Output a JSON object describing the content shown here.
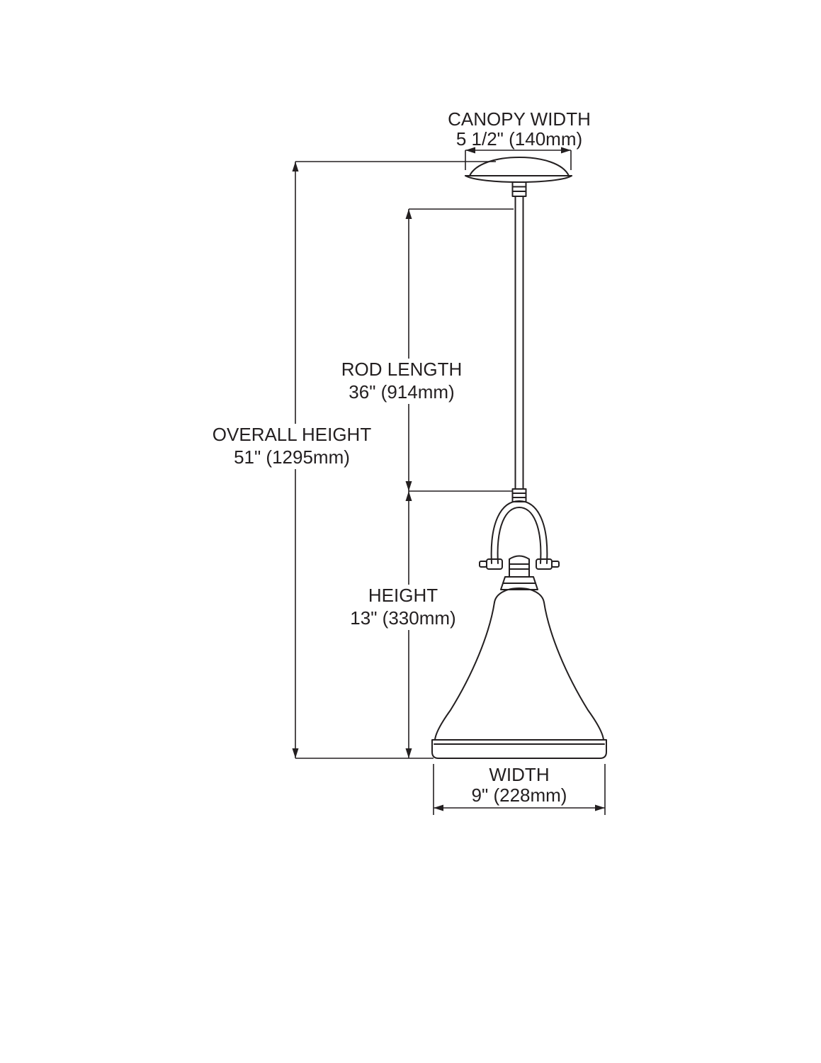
{
  "diagram": {
    "colors": {
      "line": "#231f20",
      "text": "#231f20",
      "background": "#ffffff"
    },
    "labels": {
      "canopy_width": {
        "name": "CANOPY WIDTH",
        "value": "5 1/2\" (140mm)"
      },
      "rod_length": {
        "name": "ROD LENGTH",
        "value": "36\" (914mm)"
      },
      "overall_height": {
        "name": "OVERALL HEIGHT",
        "value": "51\" (1295mm)"
      },
      "fixture_height": {
        "name": "HEIGHT",
        "value": "13\" (330mm)"
      },
      "shade_width": {
        "name": "WIDTH",
        "value": "9\" (228mm)"
      }
    }
  }
}
